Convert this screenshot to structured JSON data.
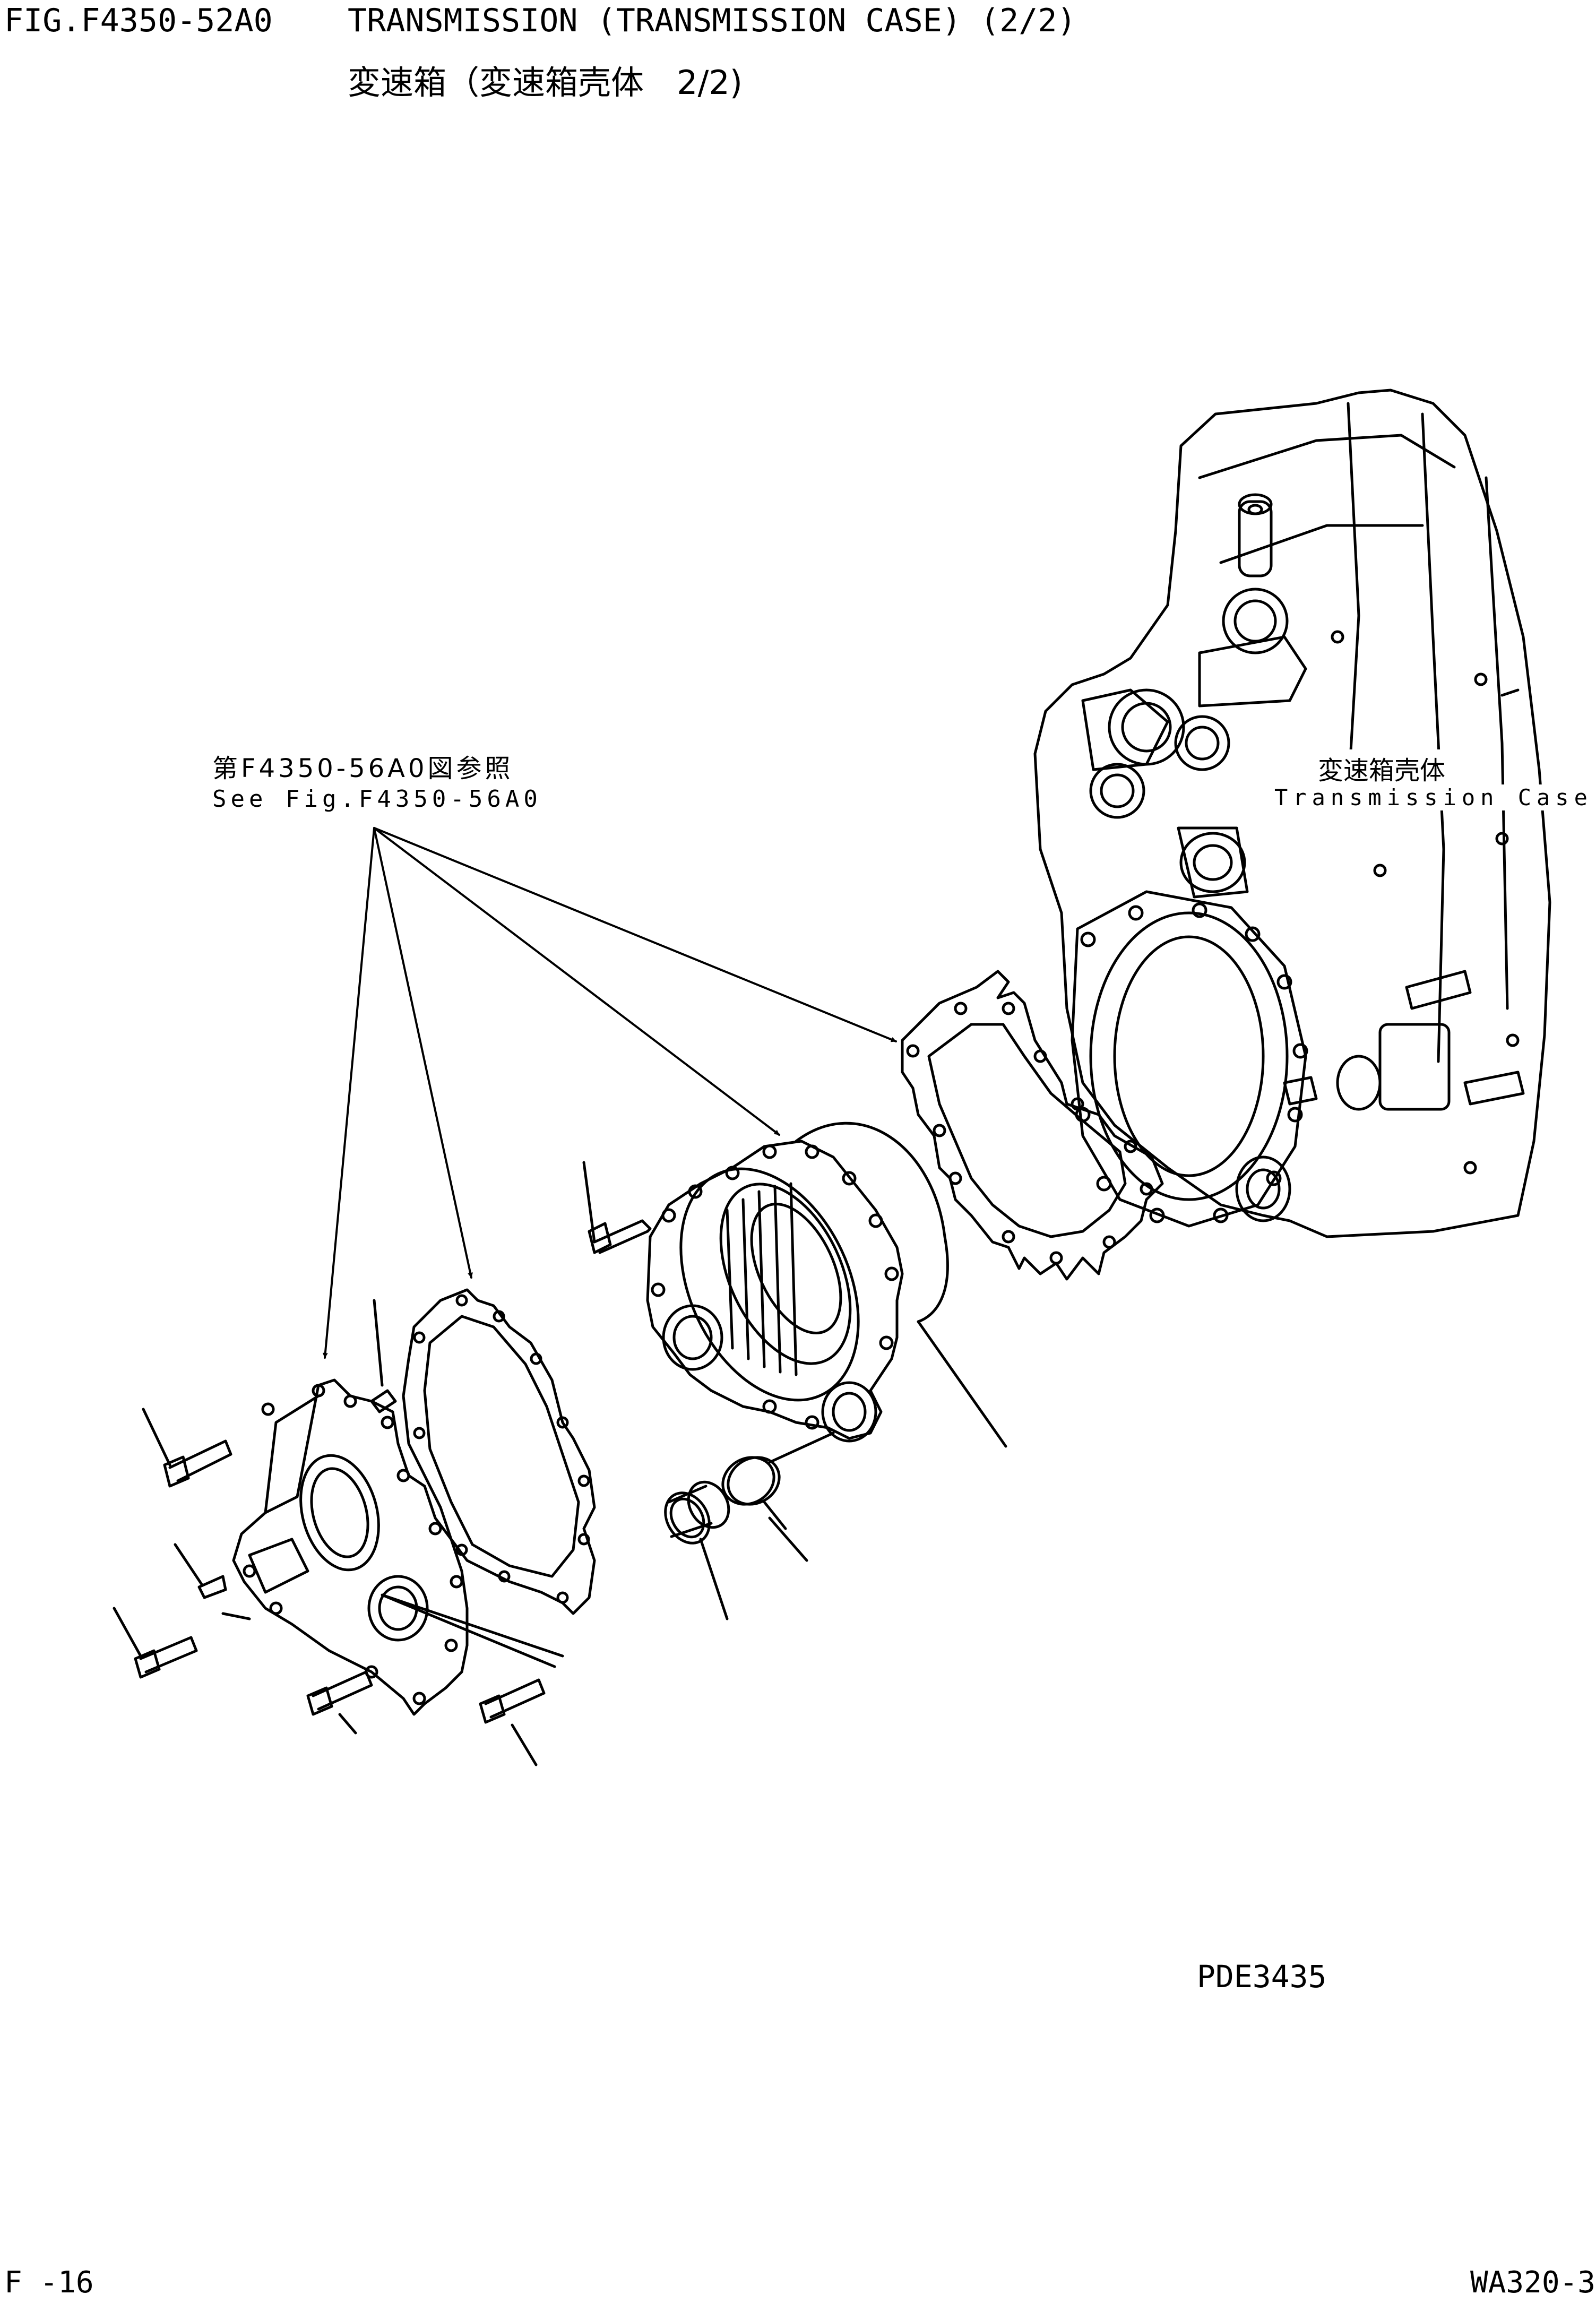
{
  "header": {
    "figure_number": "FIG.F4350-52A0",
    "title_en": "TRANSMISSION (TRANSMISSION CASE) (2/2)",
    "title_ja": "変速箱（変速箱壳体　2/2)"
  },
  "callouts": {
    "reference_ja": "第F4350-56A0図参照",
    "reference_en": "See Fig.F4350-56A0",
    "case_ja": "変速箱壳体",
    "case_en": "Transmission Case"
  },
  "drawing_code": "PDE3435",
  "footer": {
    "page": "F -16",
    "model": "WA320-3"
  },
  "colors": {
    "ink": "#000000",
    "paper": "#ffffff"
  }
}
